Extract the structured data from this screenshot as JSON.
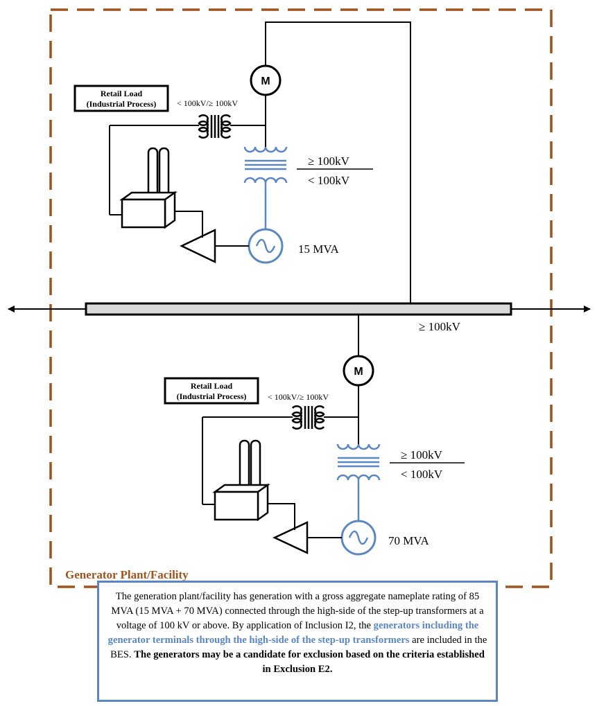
{
  "facility_label": "Generator Plant/Facility",
  "bus_voltage": "≥ 100kV",
  "units": [
    {
      "motor_symbol": "M",
      "retail_load_line1": "Retail Load",
      "retail_load_line2": "(Industrial Process)",
      "aux_transformer_rating": "< 100kV/≥ 100kV",
      "gsu_high_side": "≥ 100kV",
      "gsu_low_side": "< 100kV",
      "generator_rating": "15 MVA"
    },
    {
      "motor_symbol": "M",
      "retail_load_line1": "Retail Load",
      "retail_load_line2": "(Industrial Process)",
      "aux_transformer_rating": "< 100kV/≥ 100kV",
      "gsu_high_side": "≥ 100kV",
      "gsu_low_side": "< 100kV",
      "generator_rating": "70 MVA"
    }
  ],
  "note": {
    "text1": "The generation plant/facility has generation with a gross aggregate nameplate rating of 85 MVA (15 MVA + 70 MVA) connected through the high-side of the step-up transformers at a voltage of 100 kV or above. By application of Inclusion I2, the ",
    "highlight": "generators including the generator terminals through the high-side of the step-up transformers",
    "text2": " are included in the BES. ",
    "bold_text": "The generators may be a candidate for exclusion based on the criteria established in Exclusion E2."
  },
  "colors": {
    "facility_border": "#a0521a",
    "equipment_blue": "#5b86c1",
    "bus_fill": "#d9d9d9"
  }
}
